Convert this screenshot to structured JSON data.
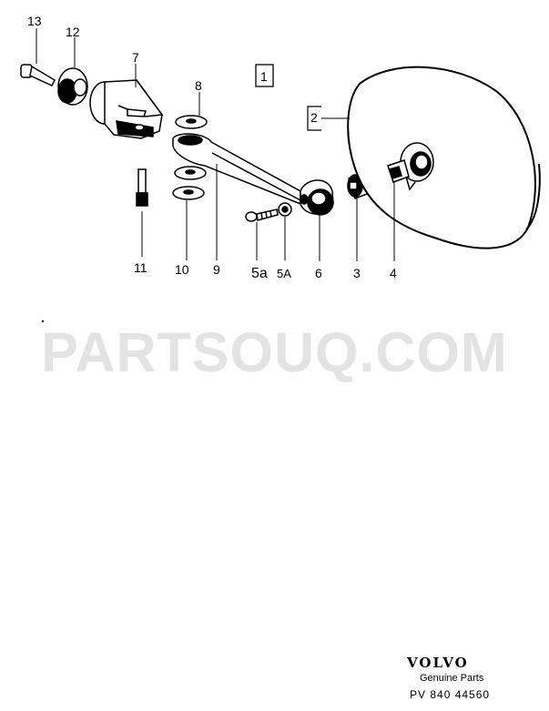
{
  "callouts": {
    "c1": "1",
    "c2": "2",
    "c3": "3",
    "c4": "4",
    "c5a": "5a",
    "c5A": "5A",
    "c6": "6",
    "c7": "7",
    "c8": "8",
    "c9": "9",
    "c10": "10",
    "c11": "11",
    "c12": "12",
    "c13": "13"
  },
  "watermark": "PARTSOUQ.COM",
  "footer": {
    "brand": "VOLVO",
    "subtitle": "Genuine Parts",
    "code": "PV 840 44560"
  }
}
